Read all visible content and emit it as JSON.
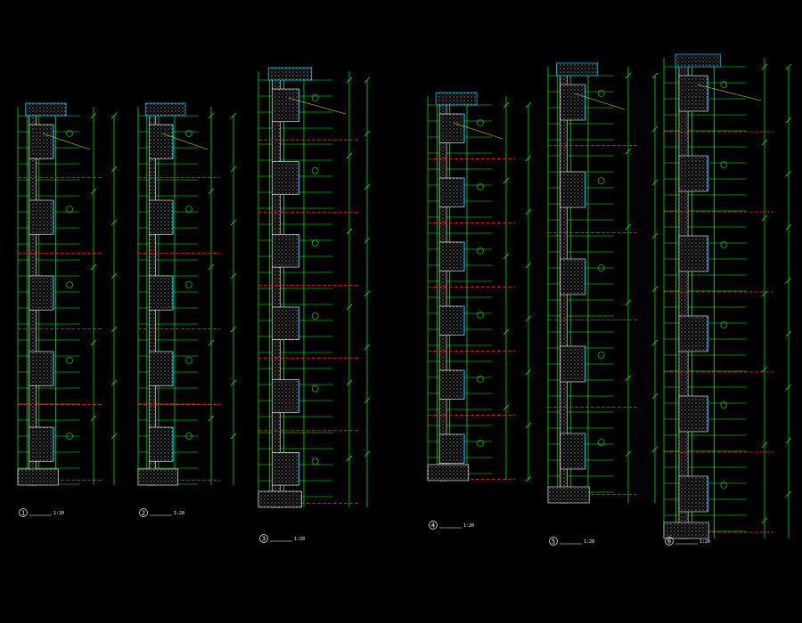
{
  "drawing": {
    "background": "#000000",
    "colors": {
      "wall_hatch": "#ffffff",
      "frame": "#00ff00",
      "section_line": "#ff2020",
      "insulation": "#00bfff",
      "text": "#ffffff",
      "leader": "#ffff00"
    },
    "sections": [
      {
        "number": "1",
        "scale": "1:20"
      },
      {
        "number": "2",
        "scale": "1:20"
      },
      {
        "number": "3",
        "scale": "1:20"
      },
      {
        "number": "4",
        "scale": "1:20"
      },
      {
        "number": "5",
        "scale": "1:20"
      },
      {
        "number": "6",
        "scale": "1:20"
      }
    ]
  }
}
